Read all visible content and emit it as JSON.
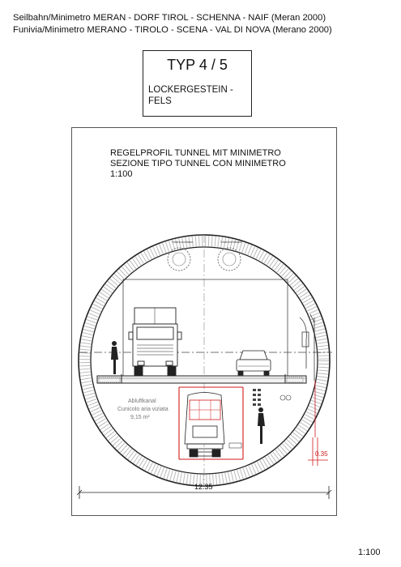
{
  "header": {
    "line_de": "Seilbahn/Minimetro  MERAN - DORF TIROL - SCHENNA - NAIF (Meran 2000)",
    "line_it": "Funivia/Minimetro  MERANO - TIROLO - SCENA - VAL DI NOVA (Merano 2000)"
  },
  "type_box": {
    "title": "TYP 4 / 5",
    "subtitle": "LOCKERGESTEIN - FELS"
  },
  "drawing": {
    "title_de": "REGELPROFIL TUNNEL MIT MINIMETRO",
    "title_it": "SEZIONE TIPO TUNNEL CON MINIMETRO",
    "scale": "1:100",
    "duct_label_de": "Abluftkanal",
    "duct_label_it": "Cunicolo aria viziata",
    "duct_area": "9,15 m²",
    "width_dim": "12.35",
    "side_dim": "0.35"
  },
  "footer": {
    "scale": "1:100"
  },
  "colors": {
    "line": "#222222",
    "minimetro": "#d11a1a"
  }
}
